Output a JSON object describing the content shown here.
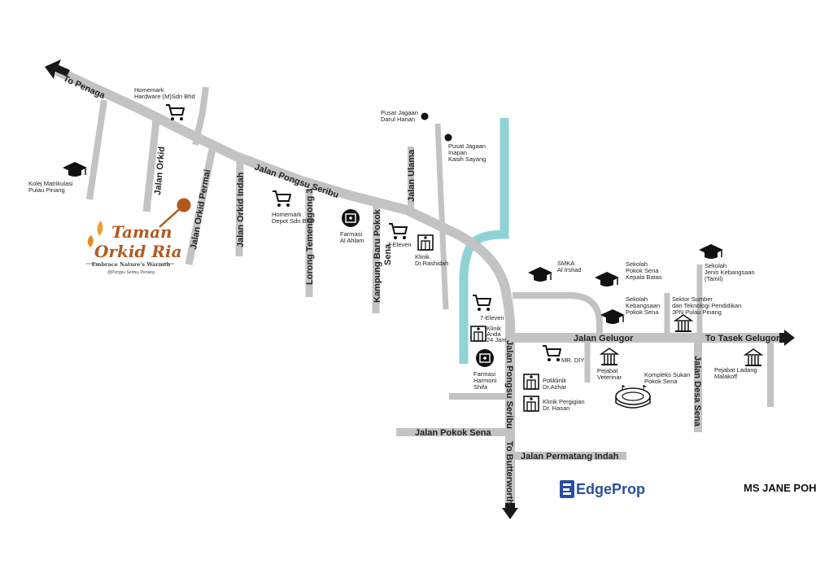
{
  "colors": {
    "road": "#c3c3c3",
    "river": "#8fd3d6",
    "arrow": "#1a1a1a",
    "brand": "#b25a1e",
    "edgeprop": "#2a4fa0"
  },
  "destinations": {
    "penaga": "To Penaga",
    "tasek_gelugor": "To Tasek Gelugor",
    "butterworth": "To Butterworth"
  },
  "roads": {
    "pongsu_seribu_main": "Jalan Pongsu Seribu",
    "pongsu_seribu_south": "Jalan Pongsu Seribu",
    "gelugor": "Jalan Gelugor",
    "pokok_sena": "Jalan  Pokok Sena",
    "permatang_indah": "Jalan  Permatang Indah",
    "desa_sena": "Jalan Desa Sena",
    "ulama": "Jalan Ulama",
    "orkid": "Jalan Orkid",
    "orkid_permai": "Jalan Orkid Permai",
    "orkid_indah": "Jalan Orkid Indah",
    "temenggong": "Lorong Temenggong 3",
    "kampung_baru": [
      "Kampung Baru Pokok",
      "Sena"
    ]
  },
  "pois": {
    "homemark_hardware": {
      "icon": "shopping-cart-icon",
      "lines": [
        "Homemark",
        "Hardware (M)Sdn Bhd"
      ]
    },
    "kolej_matrikulasi": {
      "icon": "graduation-cap-icon",
      "lines": [
        "Kolej Matrikulasi",
        "Pulau Pinang"
      ]
    },
    "homemark_depot": {
      "icon": "shopping-cart-icon",
      "lines": [
        "Homemark",
        "Depot Sdn Bhd"
      ]
    },
    "farmasi_al_ahlam": {
      "icon": "pharmacy-icon",
      "lines": [
        "Farmasi",
        "Al Ahlam"
      ]
    },
    "seven_eleven_1": {
      "icon": "shopping-cart-icon",
      "lines": [
        "7-Eleven"
      ]
    },
    "klinik_rashidah": {
      "icon": "clinic-icon",
      "lines": [
        "Klinik",
        "Dr.Rashidah"
      ]
    },
    "pusat_jagaan_darul": {
      "icon": "dot-icon",
      "lines": [
        "Pusat Jagaan",
        "Darul Hanan"
      ]
    },
    "pusat_jagaan_kasih": {
      "icon": "dot-icon",
      "lines": [
        "Pusat Jagaan",
        "Inapan",
        "Kasih Sayang"
      ]
    },
    "seven_eleven_2": {
      "icon": "shopping-cart-icon",
      "lines": [
        "7-Eleven"
      ]
    },
    "klinik_anda": {
      "icon": "clinic-icon",
      "lines": [
        "Klinik",
        "Anda",
        "24 Jam"
      ]
    },
    "farmasi_harmoni": {
      "icon": "pharmacy-icon",
      "lines": [
        "Farmasi",
        "Harmoni",
        "Shifa"
      ]
    },
    "mr_diy": {
      "icon": "shopping-cart-icon",
      "lines": [
        "MR. DIY"
      ]
    },
    "poliklinik_azhar": {
      "icon": "clinic-icon",
      "lines": [
        "Poliklinik",
        "Dr.Azhar"
      ]
    },
    "klinik_hasan": {
      "icon": "clinic-icon",
      "lines": [
        "Klinik Pergigian",
        "Dr. Hasan"
      ]
    },
    "smka_al_irshad": {
      "icon": "graduation-cap-icon",
      "lines": [
        "SMKA",
        "Al Irshad"
      ]
    },
    "sk_pokok_sena_kepala_batas": {
      "icon": "graduation-cap-icon",
      "lines": [
        "Sekolah",
        "Pokok Sena",
        "Kepala Batas"
      ]
    },
    "sk_kebangsaan_pokok_sena": {
      "icon": "graduation-cap-icon",
      "lines": [
        "Sekolah",
        "Kebangsaan",
        "Pokok Sena"
      ]
    },
    "sjk_tamil": {
      "icon": "graduation-cap-icon",
      "lines": [
        "Sekolah",
        "Jenis Kebangsaan",
        "(Tamil)"
      ]
    },
    "sektor_sumber": {
      "icon": "government-building-icon",
      "lines": [
        "Sektor Sumber",
        "dan Teknologi Pendidikan",
        "JPN Pulau Pinang"
      ]
    },
    "pejabat_veterinar": {
      "icon": "government-building-icon",
      "lines": [
        "Pejabat",
        "Veterinar"
      ]
    },
    "kompleks_sukan": {
      "icon": "stadium-icon",
      "lines": [
        "Kompleks Sukan",
        "Pokok Sena"
      ]
    },
    "pejabat_ladang": {
      "icon": "government-building-icon",
      "lines": [
        "Pejabat Ladang",
        "Malakoff"
      ]
    }
  },
  "project": {
    "name_line1": "Taman",
    "name_line2": "Orkid Ria",
    "tagline": "Embrace Nature's Warmth",
    "location": "@Pongsu Seribu, Penang"
  },
  "edgeprop": {
    "part1": "Edge",
    "part2": "Prop"
  },
  "agent": "MS JANE POH"
}
